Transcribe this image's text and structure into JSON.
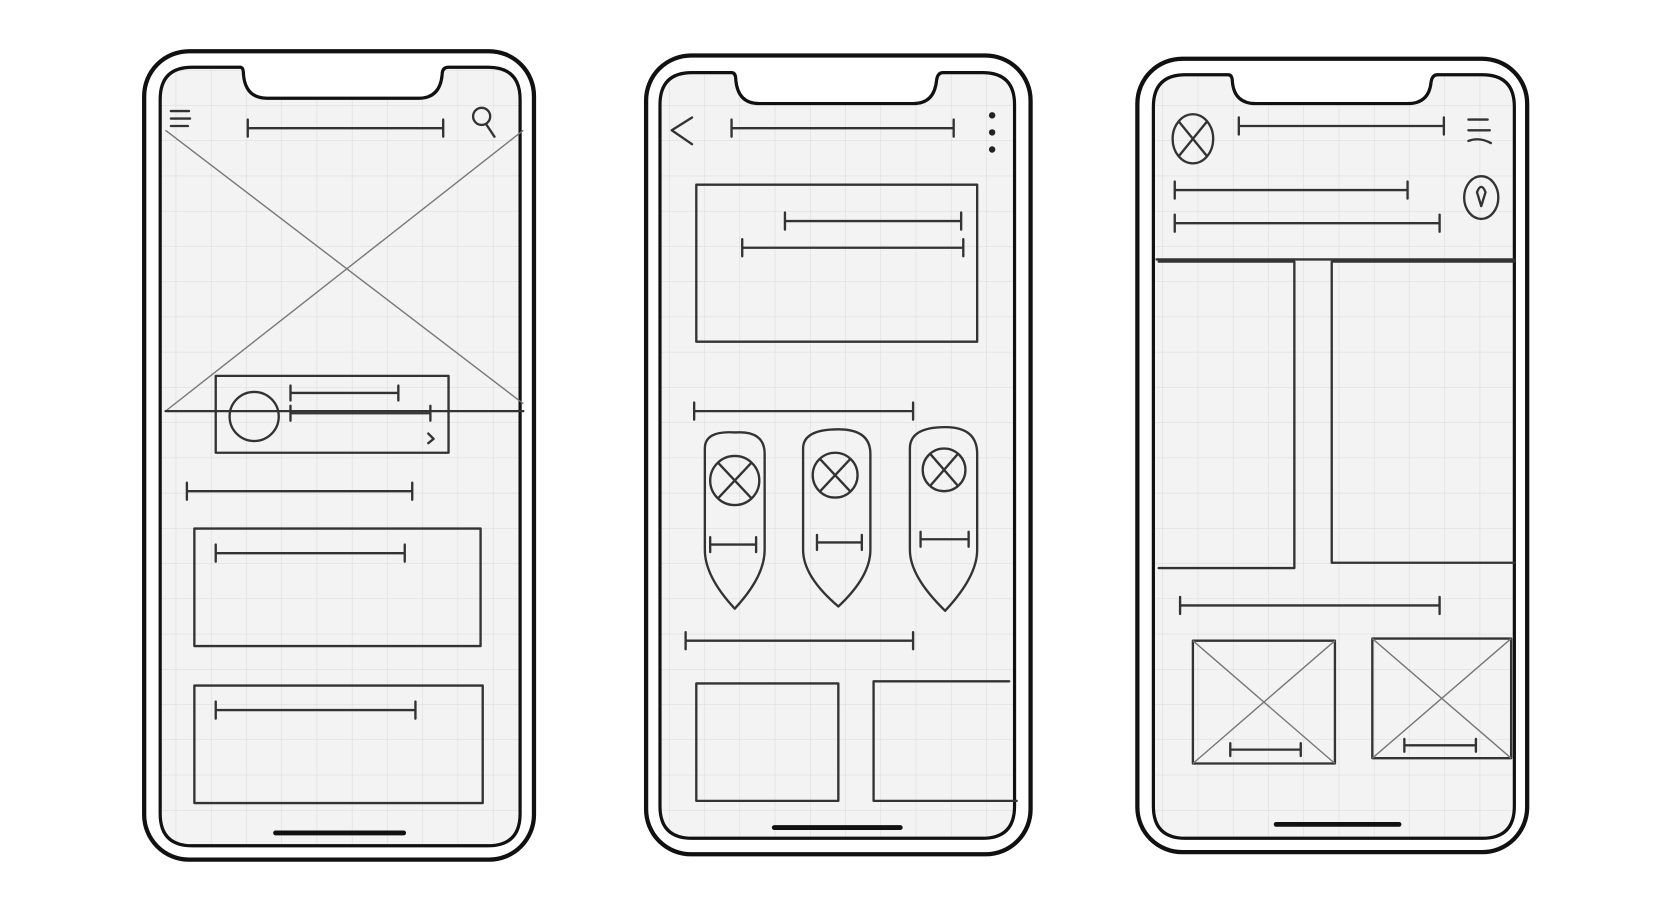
{
  "colors": {
    "paper": "#f3f3f3",
    "grid": "#dadada",
    "ink": "#333333",
    "frame": "#111111"
  },
  "screens": [
    {
      "name": "home-feed",
      "icons": [
        "hamburger-menu-icon",
        "search-icon",
        "image-placeholder-icon",
        "avatar-icon",
        "chevron-right-icon"
      ]
    },
    {
      "name": "detail-page",
      "icons": [
        "back-chevron-icon",
        "more-vertical-icon",
        "image-placeholder-icon"
      ]
    },
    {
      "name": "map-profile",
      "icons": [
        "avatar-icon",
        "hamburger-menu-icon",
        "location-pin-icon",
        "image-placeholder-icon"
      ]
    }
  ]
}
